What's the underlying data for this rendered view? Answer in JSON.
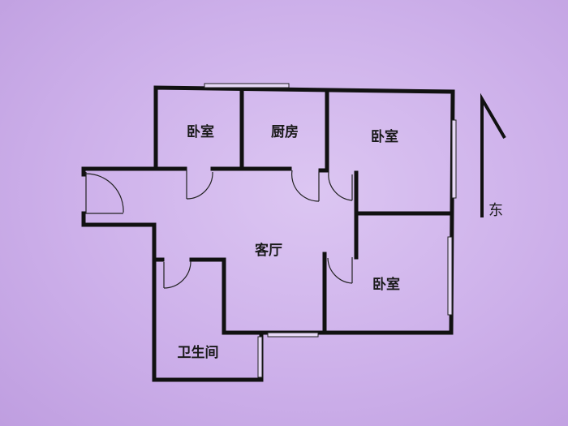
{
  "floorplan": {
    "rooms": [
      {
        "label": "卧室"
      },
      {
        "label": "厨房"
      },
      {
        "label": "卧室"
      },
      {
        "label": "客厅"
      },
      {
        "label": "卧室"
      },
      {
        "label": "卫生间"
      }
    ],
    "compass_label": "东"
  }
}
